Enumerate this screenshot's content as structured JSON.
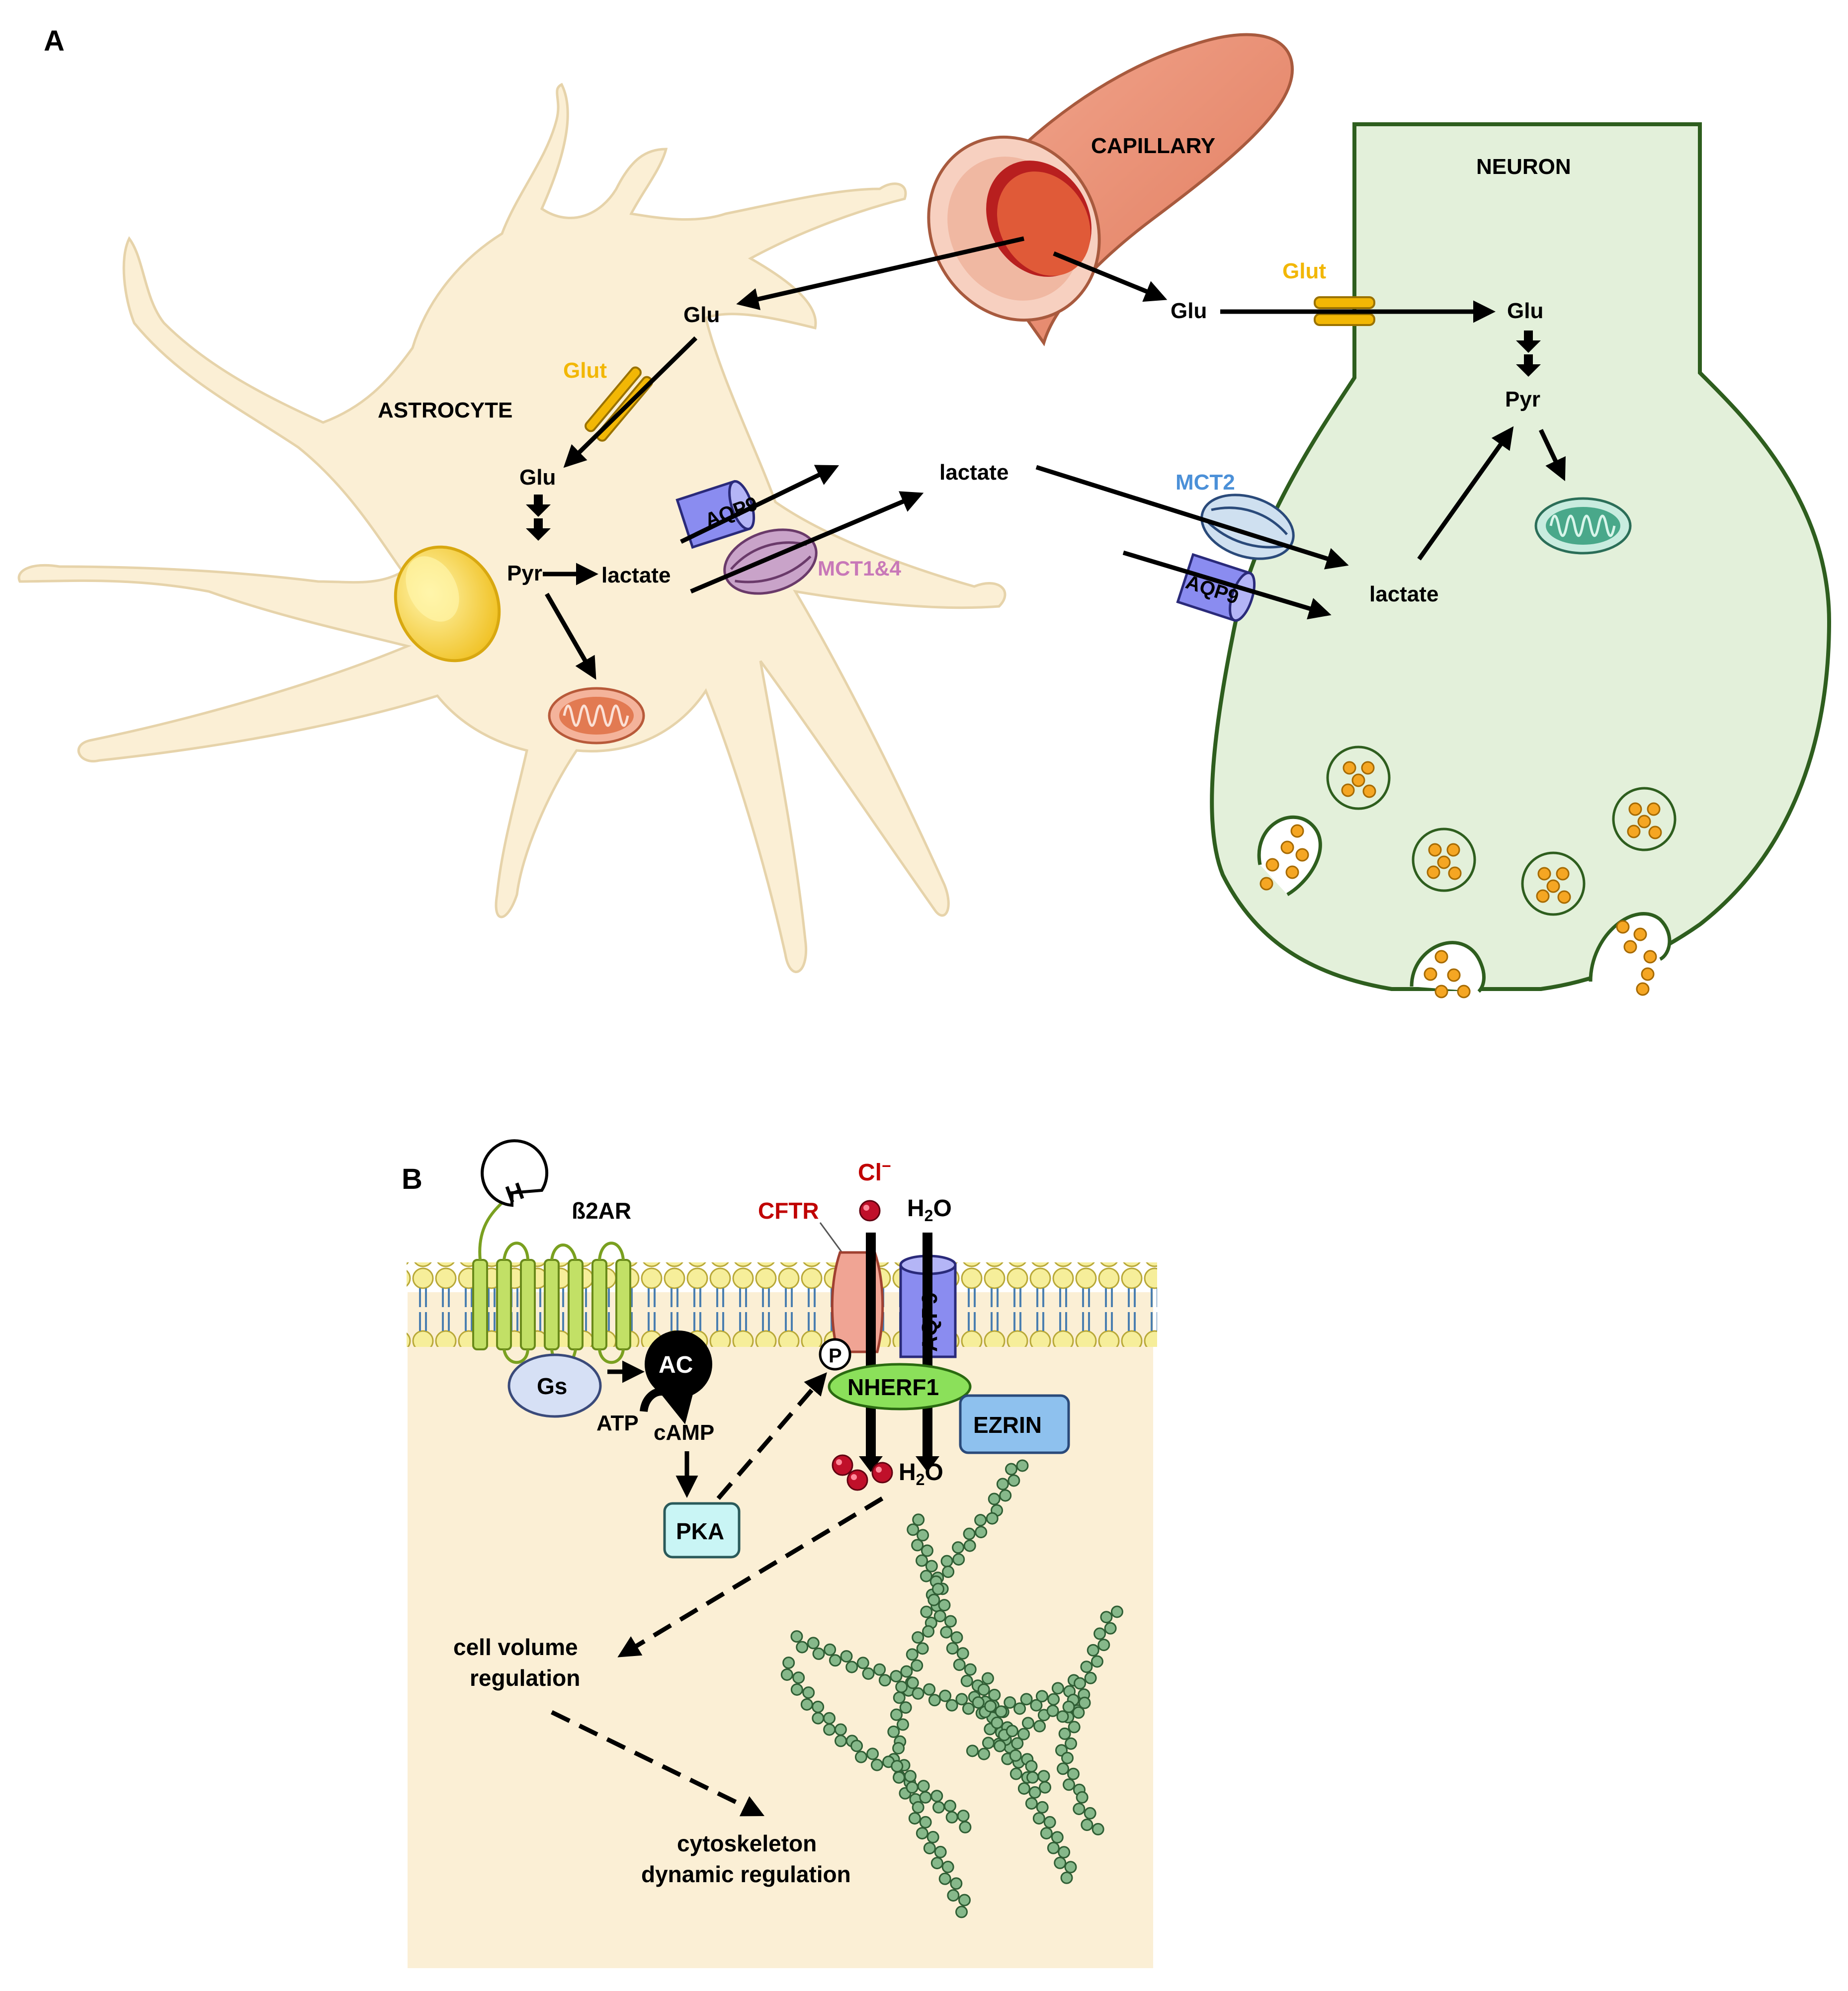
{
  "panel_a": {
    "panel_label": "A",
    "capillary_label": "CAPILLARY",
    "neuron_label": "NEURON",
    "astrocyte_label": "ASTROCYTE",
    "glu_blood_astro": "Glu",
    "glu_blood_neuron": "Glu",
    "glut_astro": "Glut",
    "glut_neuron": "Glut",
    "glu_astro": "Glu",
    "pyr_astro": "Pyr",
    "lactate_astro": "lactate",
    "aqp9_astro": "AQP9",
    "mct14": "MCT1&4",
    "lactate_extracellular": "lactate",
    "mct2": "MCT2",
    "aqp9_neuron": "AQP9",
    "lactate_neuron": "lactate",
    "glu_neuron": "Glu",
    "pyr_neuron": "Pyr"
  },
  "panel_b": {
    "panel_label": "B",
    "hormone": "H",
    "b2ar": "ß2AR",
    "cftr": "CFTR",
    "cl_ion": "Cl",
    "cl_charge": "−",
    "h2o_top_h": "H",
    "h2o_top_sub": "2",
    "h2o_top_o": "O",
    "aqp9": "AQP9",
    "gs": "Gs",
    "ac": "AC",
    "atp": "ATP",
    "camp": "cAMP",
    "p": "P",
    "nherf1": "NHERF1",
    "ezrin": "EZRIN",
    "h2o_bottom_h": "H",
    "h2o_bottom_sub": "2",
    "h2o_bottom_o": "O",
    "pka": "PKA",
    "cell_volume_line1": "cell volume",
    "cell_volume_line2": "regulation",
    "cytoskeleton_line1": "cytoskeleton",
    "cytoskeleton_line2": "dynamic regulation"
  },
  "colors": {
    "astrocyte_fill": "#fbefd5",
    "neuron_fill": "#e3f0da",
    "neuron_outline": "#2e5e1e",
    "capillary": "#e8866a",
    "glut": "#f2b705",
    "aqp9": "#8a8cf0",
    "mct": "#c9a3c9",
    "mct2": "#cfe0f0",
    "nherf1": "#8be05a",
    "ezrin": "#8ec1ee",
    "pka": "#c9f5f5",
    "cftr_red": "#c00000",
    "cytoplasm_b": "#fbefd5",
    "actin": "#86b88a"
  }
}
